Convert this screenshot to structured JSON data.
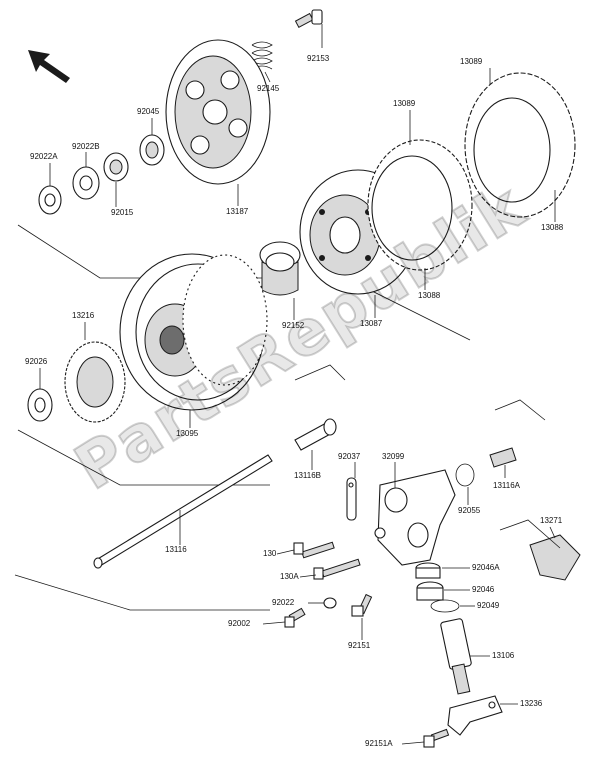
{
  "diagram": {
    "watermark": "PartsRepublik",
    "labels": {
      "p92153": "92153",
      "p92145": "92145",
      "p92045": "92045",
      "p92022B": "92022B",
      "p92022A": "92022A",
      "p92015": "92015",
      "p13187": "13187",
      "p13089a": "13089",
      "p13089b": "13089",
      "p13088a": "13088",
      "p13088b": "13088",
      "p13087": "13087",
      "p92152": "92152",
      "p13216": "13216",
      "p92026": "92026",
      "p13095": "13095",
      "p13116B": "13116B",
      "p92037": "92037",
      "p32099": "32099",
      "p13116A": "13116A",
      "p92055": "92055",
      "p13271": "13271",
      "p13116": "13116",
      "p130": "130",
      "p130A": "130A",
      "p92046A": "92046A",
      "p92046": "92046",
      "p92049": "92049",
      "p92022": "92022",
      "p92002": "92002",
      "p92151": "92151",
      "p13106": "13106",
      "p13236": "13236",
      "p92151A": "92151A"
    }
  }
}
